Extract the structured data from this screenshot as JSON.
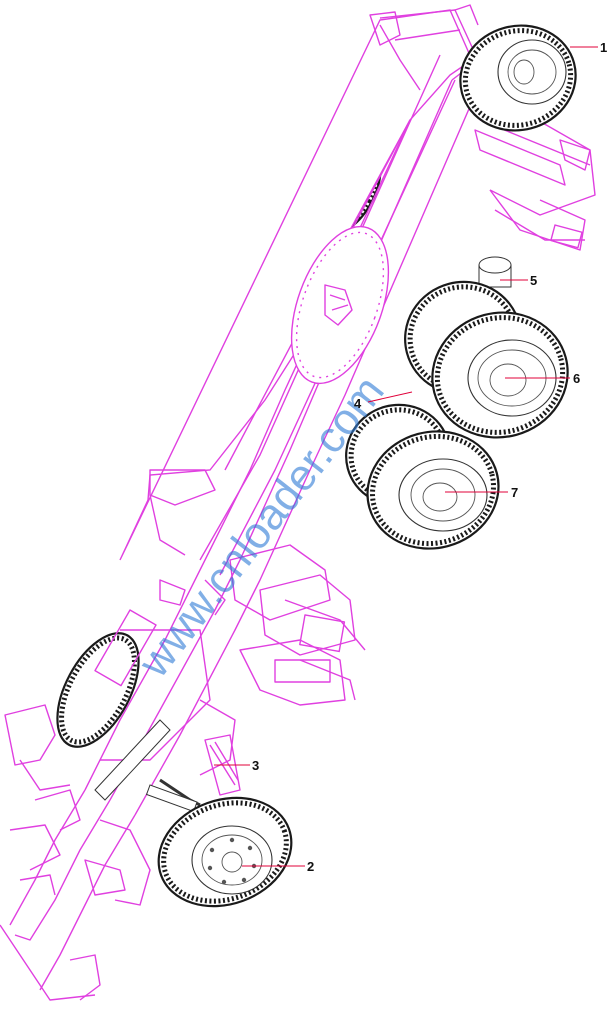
{
  "diagram": {
    "callouts": [
      {
        "id": "1",
        "label": "1"
      },
      {
        "id": "2",
        "label": "2"
      },
      {
        "id": "3",
        "label": "3"
      },
      {
        "id": "4",
        "label": "4"
      },
      {
        "id": "5",
        "label": "5"
      },
      {
        "id": "6",
        "label": "6"
      },
      {
        "id": "7",
        "label": "7"
      }
    ],
    "watermark": "www.cnloader.com"
  },
  "colors": {
    "frame": "#e040e0",
    "tire": "#1a1a1a",
    "leader": "#e0003a",
    "watermark": "#2f7bd6"
  }
}
